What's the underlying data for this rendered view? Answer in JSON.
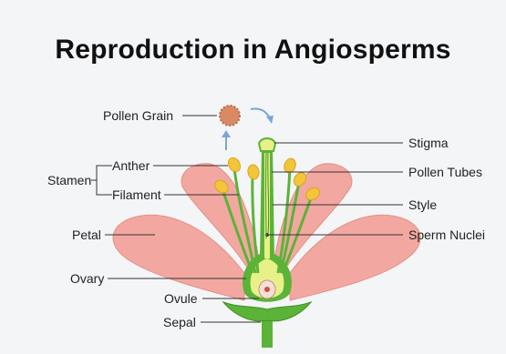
{
  "title": "Reproduction in Angiosperms",
  "labels": {
    "pollen_grain": "Pollen Grain",
    "stamen": "Stamen",
    "anther": "Anther",
    "filament": "Filament",
    "petal": "Petal",
    "ovary": "Ovary",
    "ovule": "Ovule",
    "sepal": "Sepal",
    "stigma": "Stigma",
    "pollen_tubes": "Pollen Tubes",
    "style": "Style",
    "sperm_nuclei": "Sperm Nuclei"
  },
  "colors": {
    "petal": "#f2a8a0",
    "petal_edge": "#e48f86",
    "stem": "#5bb337",
    "stem_dark": "#3f8f24",
    "pistil": "#e8f08a",
    "anther": "#f3c53a",
    "pollen": "#d98a63",
    "arrow": "#7aa6d6"
  }
}
